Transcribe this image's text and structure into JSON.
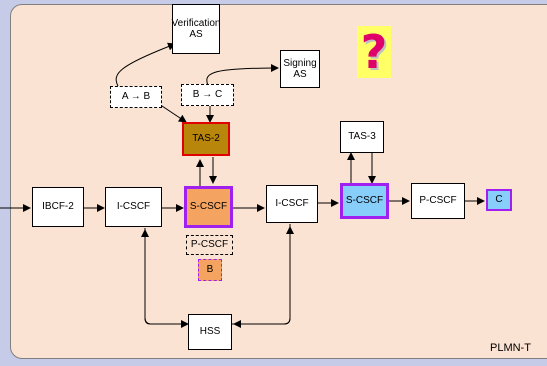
{
  "nodes": {
    "verification_as": "Verification\nAS",
    "signing_as": "Signing\nAS",
    "a_to_b": "A → B",
    "b_to_c": "B → C",
    "tas2": "TAS-2",
    "tas3": "TAS-3",
    "ibcf2": "IBCF-2",
    "icscf1": "I-CSCF",
    "scscf1": "S-CSCF",
    "icscf2": "I-CSCF",
    "scscf2": "S-CSCF",
    "pcscf_right": "P-CSCF",
    "c": "C",
    "pcscf_mid": "P-CSCF",
    "b": "B",
    "hss": "HSS",
    "question": "?"
  },
  "network_label": "PLMN-T",
  "colors": {
    "frame_fill": "#fbe3d3",
    "tas2_fill": "#b8860b",
    "tas2_border": "#e00000",
    "scscf1_fill": "#f4a460",
    "scscf_border": "#a020f0",
    "scscf2_fill": "#87cefa",
    "c_fill": "#87cefa",
    "b_fill": "#f4a460",
    "pcscf_mid_fill": "#fbe3d3",
    "question_bg": "#ffff66",
    "question_fg": "#e0006a"
  }
}
